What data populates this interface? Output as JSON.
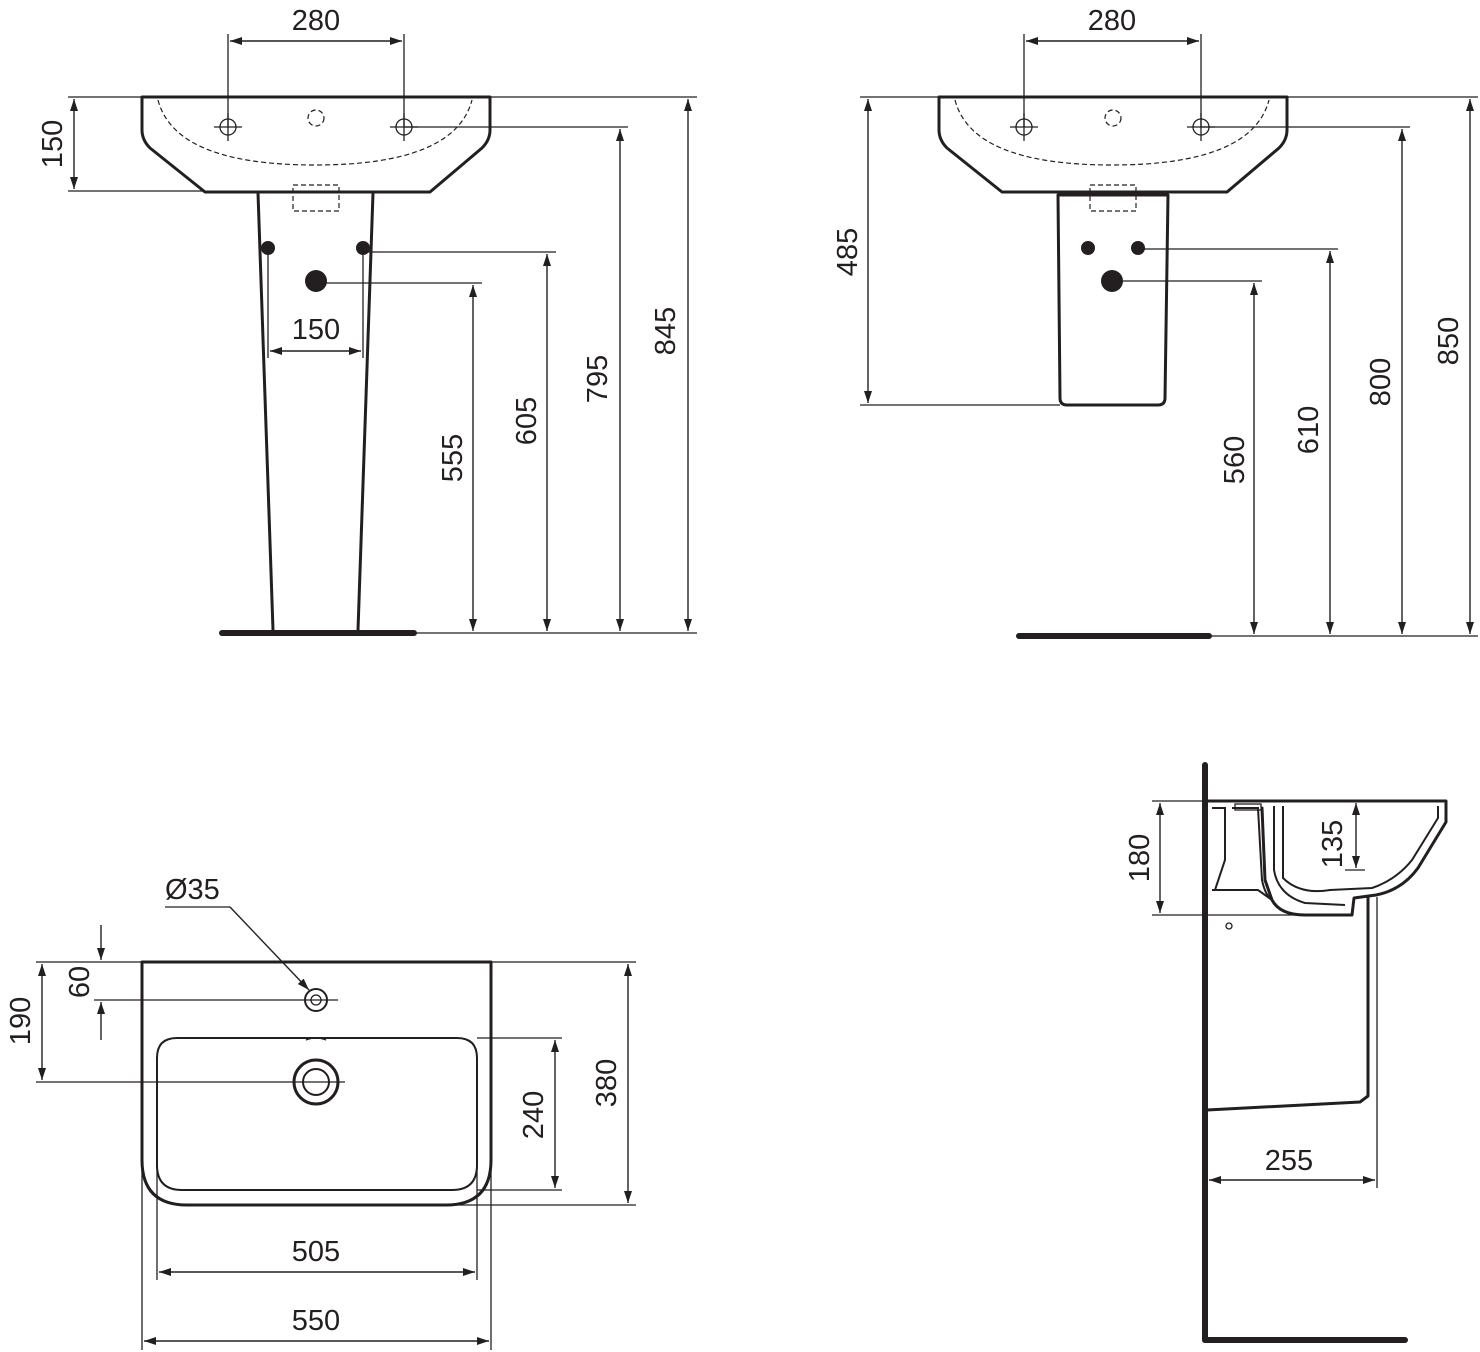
{
  "colors": {
    "ink": "#231f20",
    "background": "#ffffff"
  },
  "pedestal_view": {
    "tap_spacing": "280",
    "basin_depth": "150",
    "supply_spacing": "150",
    "waste_height": "555",
    "supply_height": "605",
    "tap_hole_height": "795",
    "rim_height": "845"
  },
  "semi_pedestal_view": {
    "tap_spacing": "280",
    "pedestal_drop": "485",
    "waste_height": "560",
    "supply_height": "610",
    "tap_hole_height": "800",
    "rim_height": "850"
  },
  "plan_view": {
    "tap_hole_diameter": "Ø35",
    "tap_hole_offset": "60",
    "waste_offset": "190",
    "bowl_depth": "240",
    "overall_depth": "380",
    "bowl_width": "505",
    "overall_width": "550"
  },
  "side_view": {
    "basin_height": "180",
    "bowl_height": "135",
    "pedestal_projection": "255"
  }
}
